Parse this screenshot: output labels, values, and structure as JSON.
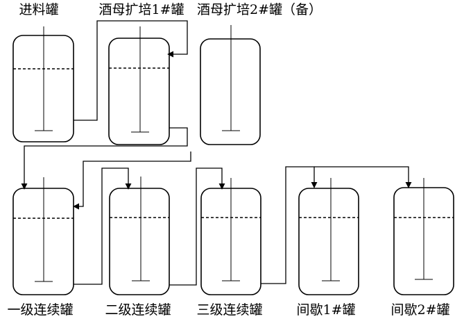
{
  "diagram": {
    "tanks": [
      {
        "id": "feed",
        "label": "进料罐"
      },
      {
        "id": "yeast1",
        "label": "酒母扩培1#罐"
      },
      {
        "id": "yeast2",
        "label": "酒母扩培2#罐（备）"
      },
      {
        "id": "cont1",
        "label": "一级连续罐"
      },
      {
        "id": "cont2",
        "label": "二级连续罐"
      },
      {
        "id": "cont3",
        "label": "三级连续罐"
      },
      {
        "id": "batch1",
        "label": "间歇1#罐"
      },
      {
        "id": "batch2",
        "label": "间歇2#罐"
      }
    ],
    "flows": [
      {
        "from": "feed",
        "to": "yeast1"
      },
      {
        "from": "yeast1",
        "to": "cont1"
      },
      {
        "from": "cont1",
        "to": "cont2"
      },
      {
        "from": "cont2",
        "to": "cont3"
      },
      {
        "from": "cont3",
        "to": "batch1"
      },
      {
        "from": "cont3",
        "to": "batch2"
      }
    ]
  }
}
